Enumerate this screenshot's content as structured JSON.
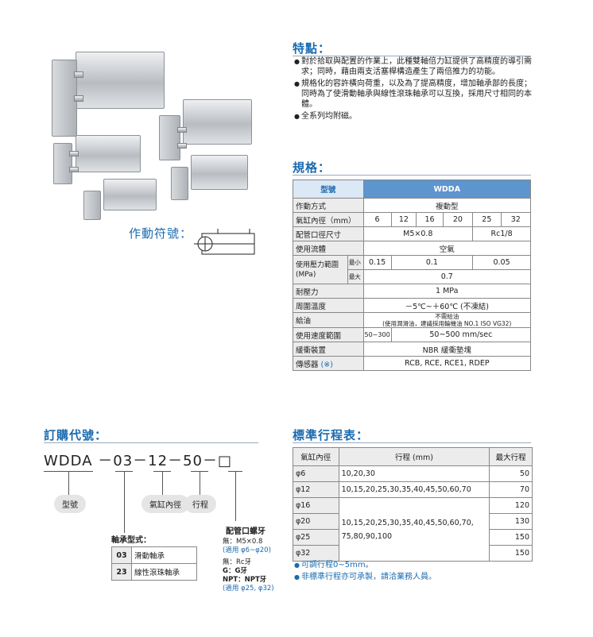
{
  "features": {
    "title": "特點：",
    "items": [
      "對於拾取與配置的作業上，此種雙軸倍力缸提供了高精度的導引需求；同時，藉由兩支活塞桿構造產生了兩倍推力的功能。",
      "規格化的容許橫向荷重，以及為了提高精度，增加軸承部的長度；同時為了使滑動軸承與線性滾珠軸承可以互換，採用尺寸相同的本體。",
      "全系列均附磁。"
    ]
  },
  "symbol": {
    "label": "作動符號："
  },
  "spec": {
    "title": "規格：",
    "header": {
      "model": "型號",
      "value": "WDDA"
    },
    "action": {
      "label": "作動方式",
      "value": "複動型"
    },
    "bore": {
      "label": "氣缸內徑（mm）",
      "values": [
        "6",
        "12",
        "16",
        "20",
        "25",
        "32"
      ]
    },
    "port": {
      "label": "配管口徑尺寸",
      "v1": "M5×0.8",
      "v2": "Rc1/8"
    },
    "fluid": {
      "label": "使用流體",
      "value": "空氣"
    },
    "pressure": {
      "label": "使用壓力範圍",
      "unit": "(MPa)",
      "min_label": "最小",
      "max_label": "最大",
      "min_values": [
        "0.15",
        "0.1",
        "0.05"
      ],
      "max_value": "0.7"
    },
    "proof": {
      "label": "耐壓力",
      "value": "1 MPa"
    },
    "temp": {
      "label": "周圍溫度",
      "value": "－5℃~＋60℃ (不凍結)"
    },
    "lube": {
      "label": "給油",
      "v1": "不需給油",
      "v2": "(使用潤滑油，建議採用輪機油 NO.1 ISO VG32)"
    },
    "speed": {
      "label": "使用速度範圍",
      "v1": "50~300",
      "v2": "50~500 mm/sec"
    },
    "cushion": {
      "label": "緩衝裝置",
      "value": "NBR 緩衝墊塊"
    },
    "sensor": {
      "label": "傳感器",
      "mark": "(※)",
      "value": "RCB, RCE, RCE1, RDEP"
    }
  },
  "order": {
    "title": "訂購代號：",
    "code": {
      "model": "WDDA",
      "dash": "－",
      "bearing": "03",
      "bore": "12",
      "stroke": "50",
      "box": "□"
    },
    "model_label": "型號",
    "bore_label": "氣缸內徑",
    "stroke_label": "行程",
    "bearing_title": "軸承型式：",
    "bearing_rows": [
      {
        "code": "03",
        "name": "滑動軸承"
      },
      {
        "code": "23",
        "name": "線性滾珠軸承"
      }
    ],
    "port_title": "配管口螺牙",
    "port_lines": {
      "l1": "無：M5×0.8",
      "l2": "(適用 φ6~φ20)",
      "l3": "無：Rc牙",
      "l4": "G：G牙",
      "l5": "NPT：NPT牙",
      "l6": "(適用 φ25, φ32)"
    }
  },
  "stroke_table": {
    "title": "標準行程表：",
    "headers": [
      "氣缸內徑",
      "行程 (mm)",
      "最大行程"
    ],
    "rows": [
      {
        "bore": "φ6",
        "max": "50"
      },
      {
        "bore": "φ12",
        "max": "70"
      },
      {
        "bore": "φ16",
        "max": "120"
      },
      {
        "bore": "φ20",
        "max": "130"
      },
      {
        "bore": "φ25",
        "max": "150"
      },
      {
        "bore": "φ32",
        "max": "150"
      }
    ],
    "strokes": [
      "10,20,30",
      "10,15,20,25,30,35,40,45,50,60,70",
      "10,15,20,25,30,35,40,45,50,60,70,",
      "75,80,90,100"
    ],
    "notes": [
      "可調行程0~5mm。",
      "非標準行程亦可承製，請洽業務人員。"
    ]
  }
}
